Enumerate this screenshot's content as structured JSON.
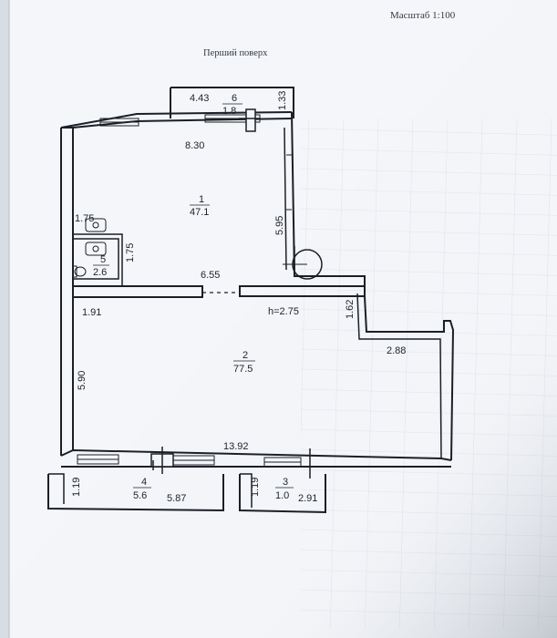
{
  "header": {
    "scale": "Масштаб 1:100",
    "floor_title": "Перший поверх"
  },
  "rooms": [
    {
      "number": "1",
      "area": "47.1"
    },
    {
      "number": "2",
      "area": "77.5"
    },
    {
      "number": "3",
      "area": "1.0"
    },
    {
      "number": "4",
      "area": "5.6"
    },
    {
      "number": "5",
      "area": "2.6"
    },
    {
      "number": "6",
      "area": "1.8"
    }
  ],
  "dimensions": {
    "d_4_43": "4.43",
    "d_1_33": "1.33",
    "d_8_30": "8.30",
    "d_5_95": "5.95",
    "d_1_75_a": "1.75",
    "d_1_75_b": "1.75",
    "d_6_55": "6.55",
    "d_1_91": "1.91",
    "d_h": "h=2.75",
    "d_1_62": "1.62",
    "d_2_88": "2.88",
    "d_5_90": "5.90",
    "d_13_92": "13.92",
    "d_1_19_a": "1.19",
    "d_5_87": "5.87",
    "d_1_19_b": "1.19",
    "d_2_91": "2.91"
  },
  "colors": {
    "paper": "#f3f5f9",
    "wall": "#1b1f27",
    "grid": "#c9ccd8"
  }
}
